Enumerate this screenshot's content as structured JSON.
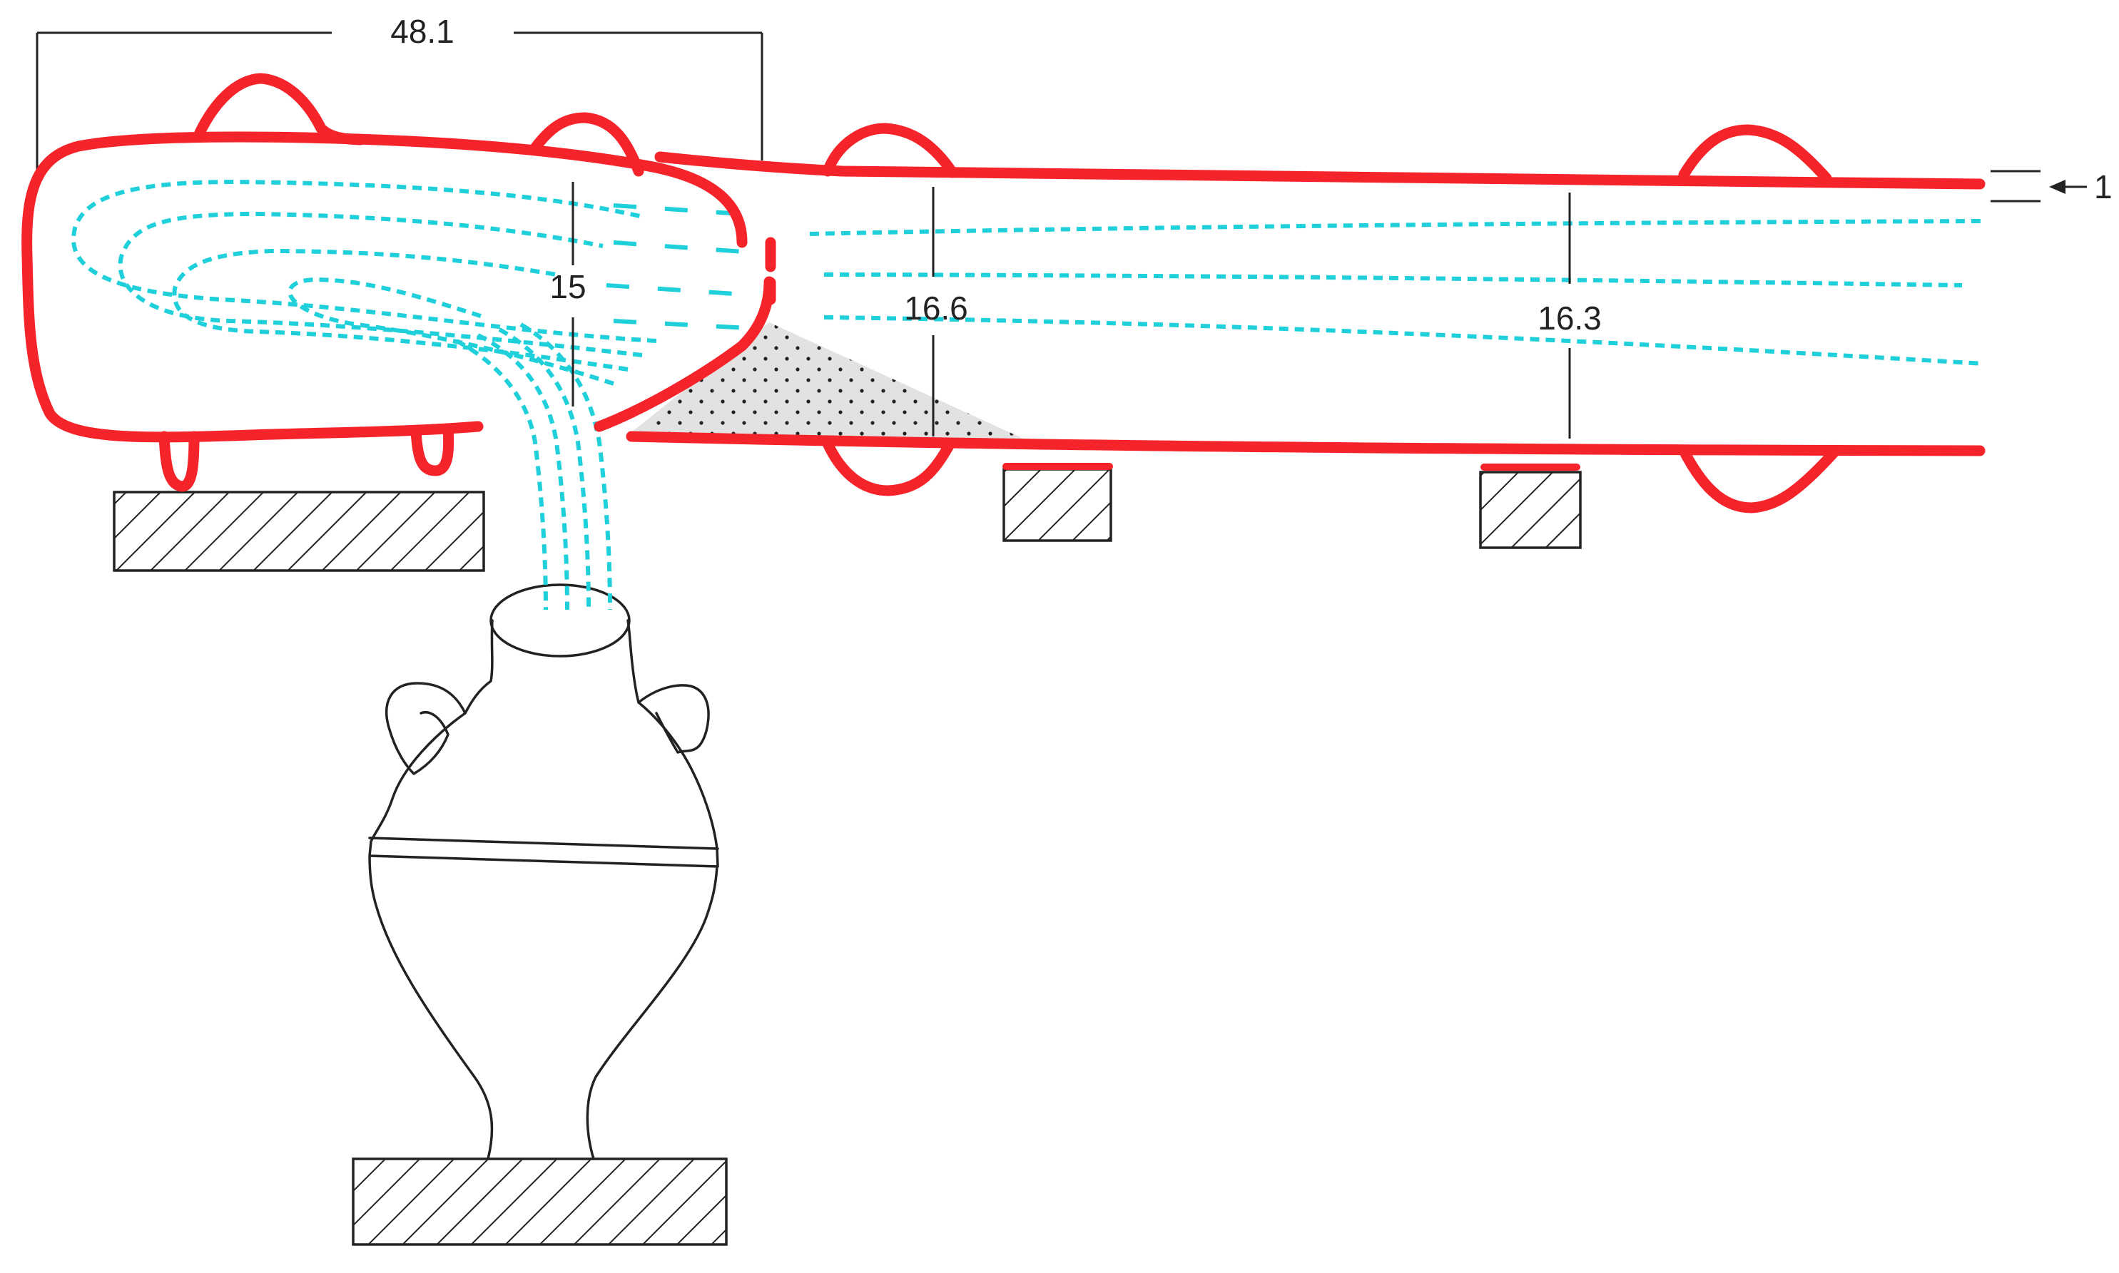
{
  "labels": {
    "overall_length": "48.1",
    "neck_width": "15",
    "channel_width_near": "16.6",
    "channel_width_far": "16.3",
    "marker_1": "1"
  },
  "colors": {
    "wall": "#f5232a",
    "flow": "#1fd0da",
    "line": "#222222",
    "deposit": "#e2e2e2"
  }
}
